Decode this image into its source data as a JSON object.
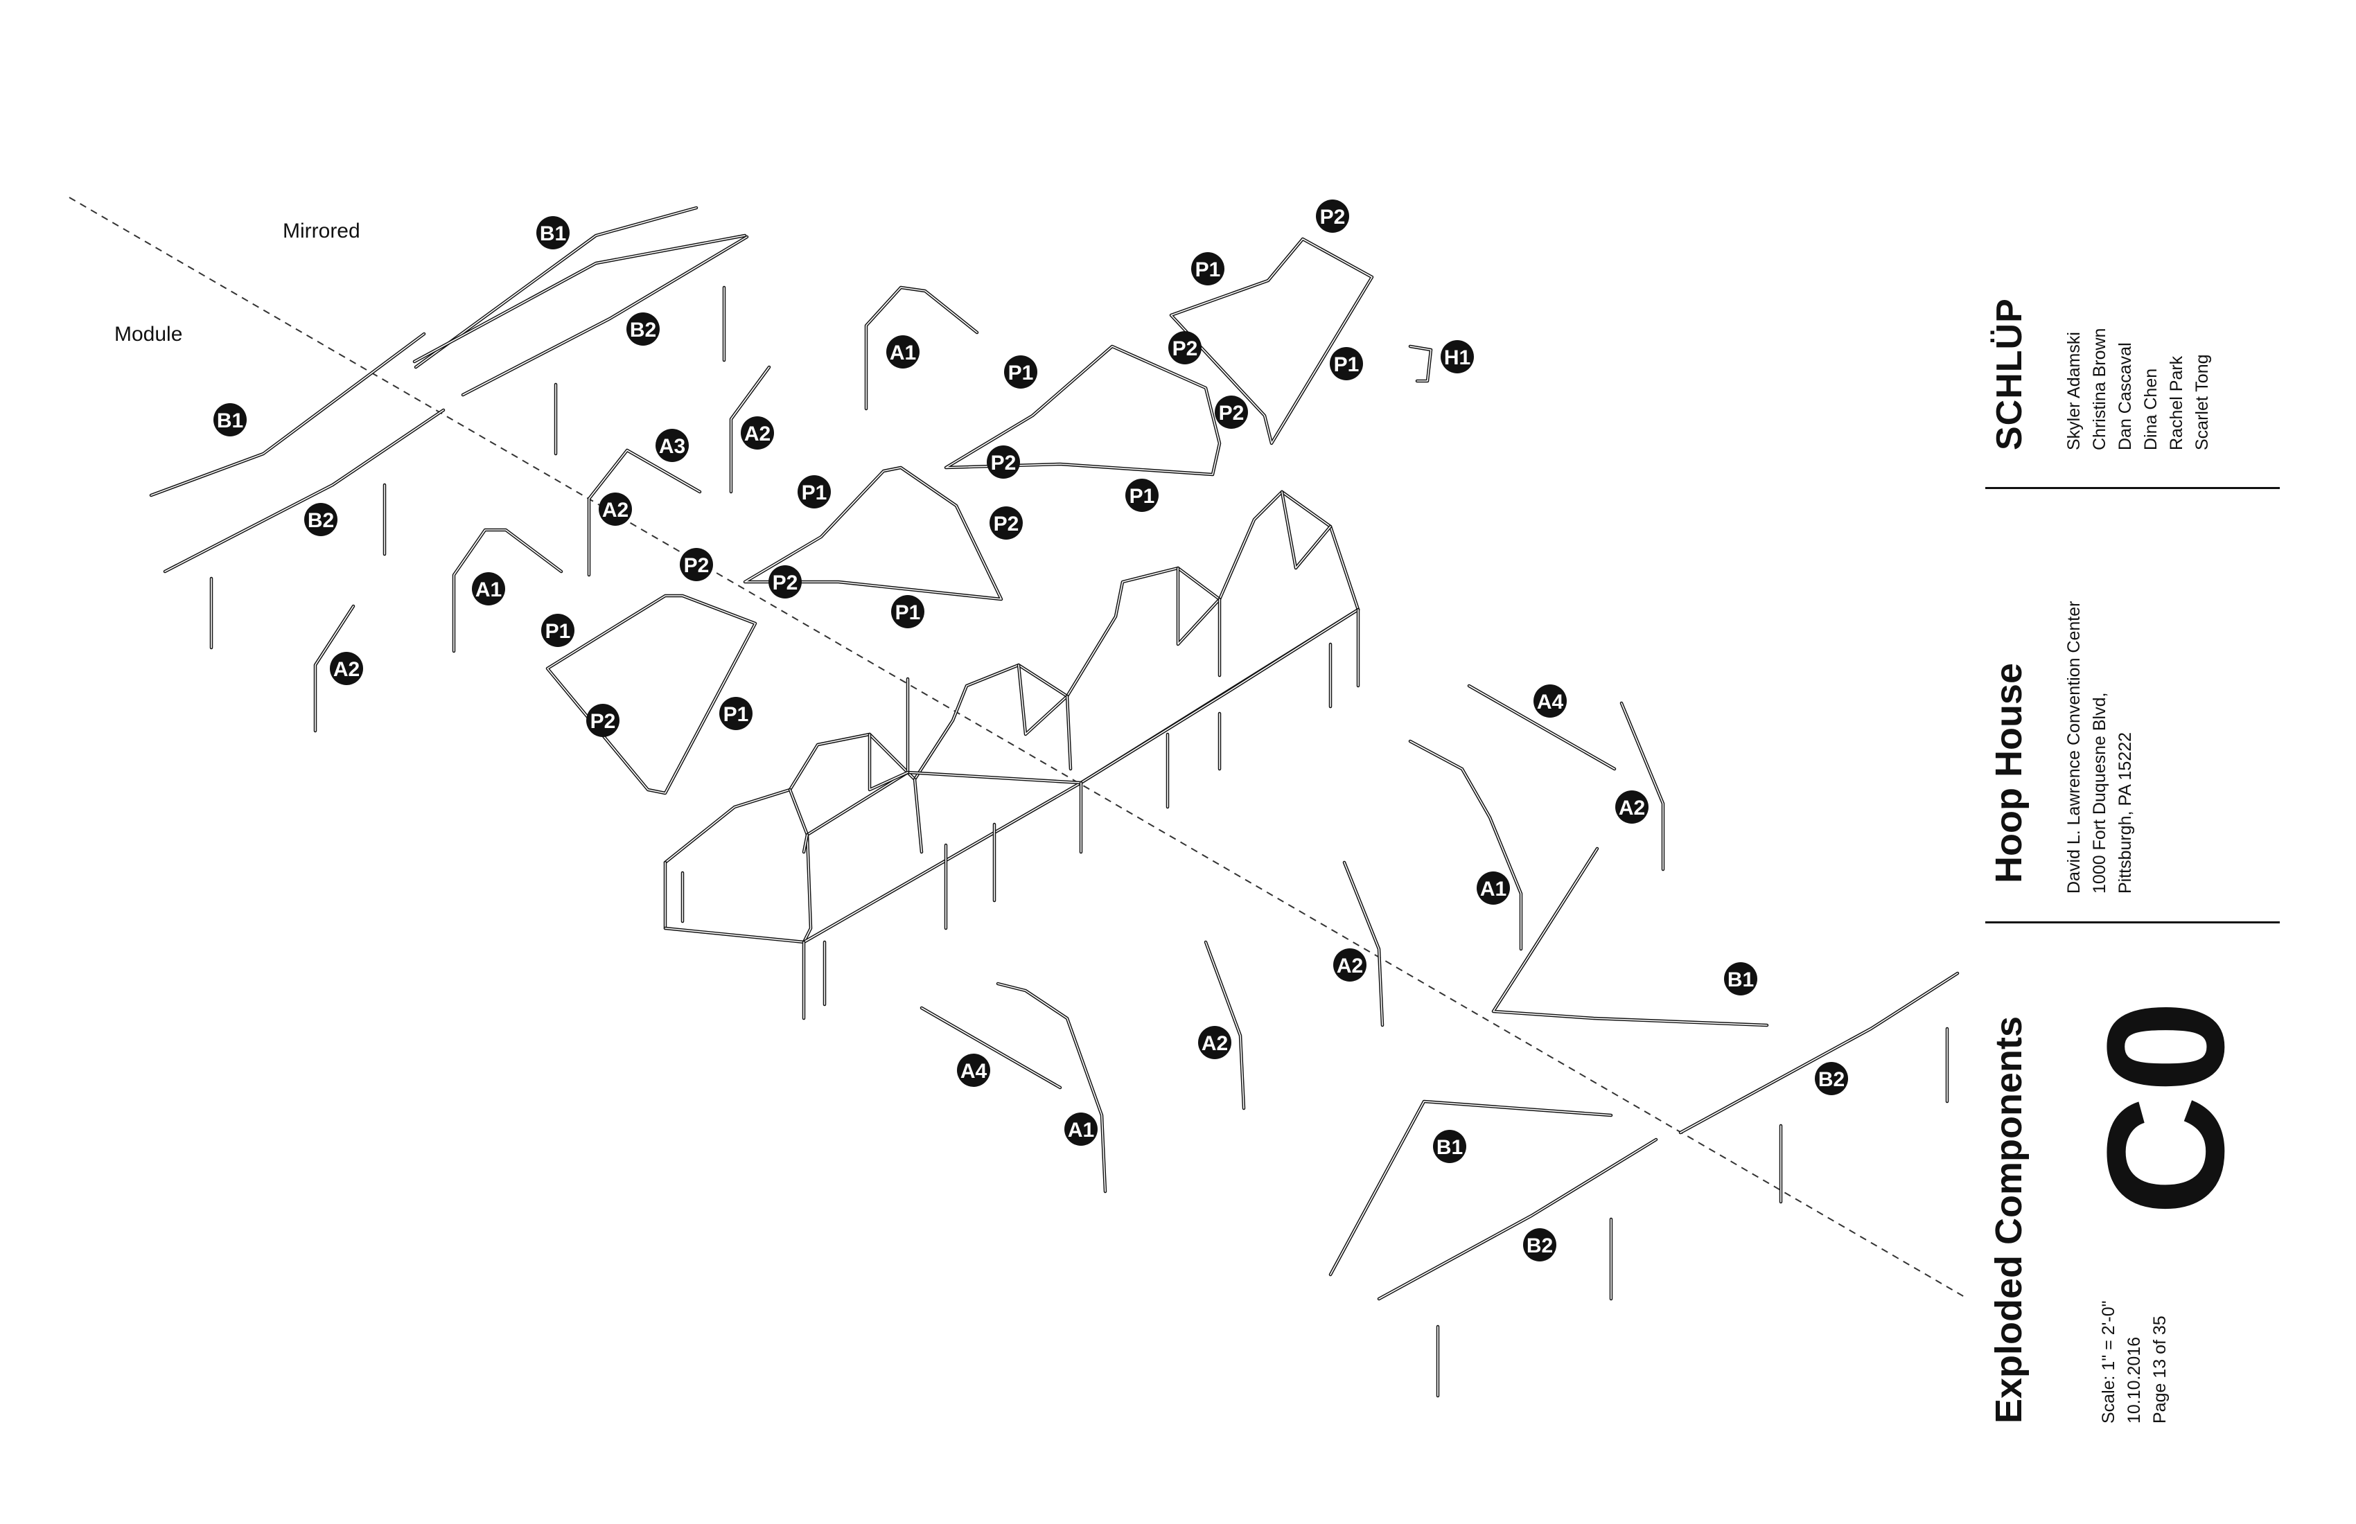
{
  "firm": {
    "name": "SCHLÜP",
    "members": [
      "Skyler Adamski",
      "Christina Brown",
      "Dan Cascaval",
      "Dina Chen",
      "Rachel Park",
      "Scarlet Tong"
    ]
  },
  "project": {
    "title": "Hoop House",
    "address": [
      "David L. Lawrence Convention Center",
      "1000 Fort Duquesne Blvd,",
      "Pittsburgh, PA 15222"
    ]
  },
  "sheet": {
    "title": "Exploded Components",
    "scale": "Scale: 1\" = 2'-0\"",
    "date": "10.10.2016",
    "page": "Page 13 of 35",
    "code": "C0"
  },
  "notes": {
    "mirrored": "Mirrored",
    "module": "Module"
  },
  "tags": [
    "B1",
    "B2",
    "B1",
    "B2",
    "A1",
    "A2",
    "A3",
    "A2",
    "A1",
    "A2",
    "P1",
    "P2",
    "P1",
    "P2",
    "P1",
    "P2",
    "P1",
    "P2",
    "P2",
    "P1",
    "P2",
    "P1",
    "P2",
    "P1",
    "P1",
    "P2",
    "H1",
    "A4",
    "A2",
    "A1",
    "A2",
    "A2",
    "A4",
    "A1",
    "B1",
    "B2",
    "B1",
    "B2"
  ]
}
